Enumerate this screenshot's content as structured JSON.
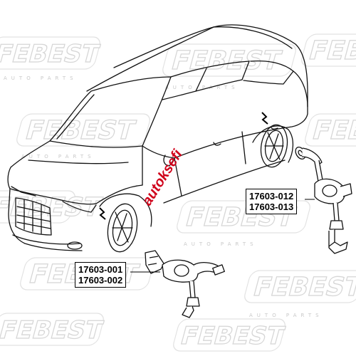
{
  "watermark": {
    "brand": "FEBEST",
    "sub": "AUTO PARTS"
  },
  "stamp": {
    "text": "autoksefi",
    "color": "#d0021b"
  },
  "callouts": {
    "front": {
      "part1": "17603-001",
      "part2": "17603-002"
    },
    "rear": {
      "part1": "17603-012",
      "part2": "17603-013"
    }
  },
  "icons": [
    "car-outline",
    "front-height-sensor-icon",
    "rear-height-sensor-icon",
    "sensor-location-marker-icon"
  ]
}
